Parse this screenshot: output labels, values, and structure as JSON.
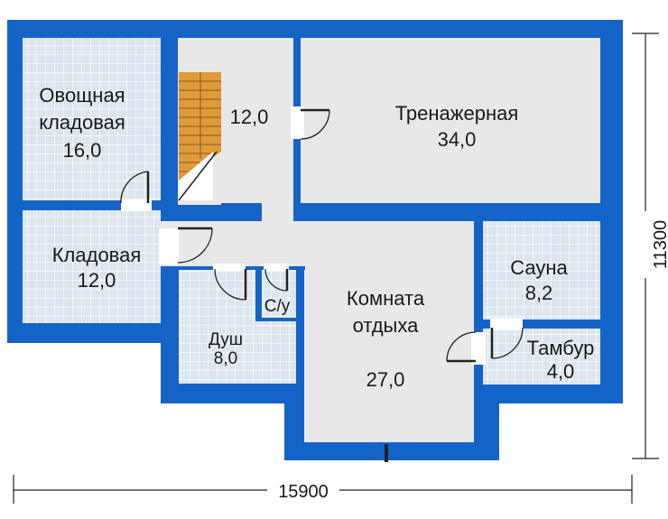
{
  "colors": {
    "wall": "#1464c8",
    "plain_floor": "#e8e8e8",
    "tile_floor": "#dde6ee",
    "tile_grid": "#ffffff",
    "stair": "#e09a3a"
  },
  "rooms": {
    "vegetable_storage": {
      "name_line1": "Овощная",
      "name_line2": "кладовая",
      "area": "16,0"
    },
    "stair_hall": {
      "area": "12,0"
    },
    "gym": {
      "name": "Тренажерная",
      "area": "34,0"
    },
    "storage": {
      "name": "Кладовая",
      "area": "12,0"
    },
    "sauna": {
      "name": "Сауна",
      "area": "8,2"
    },
    "toilet": {
      "name": "С/у"
    },
    "lounge": {
      "name_line1": "Комната",
      "name_line2": "отдыха",
      "area": "27,0"
    },
    "shower": {
      "name": "Душ",
      "area": "8,0"
    },
    "vestibule": {
      "name": "Тамбур",
      "area": "4,0"
    }
  },
  "dimensions": {
    "width": "15900",
    "height": "11300"
  }
}
